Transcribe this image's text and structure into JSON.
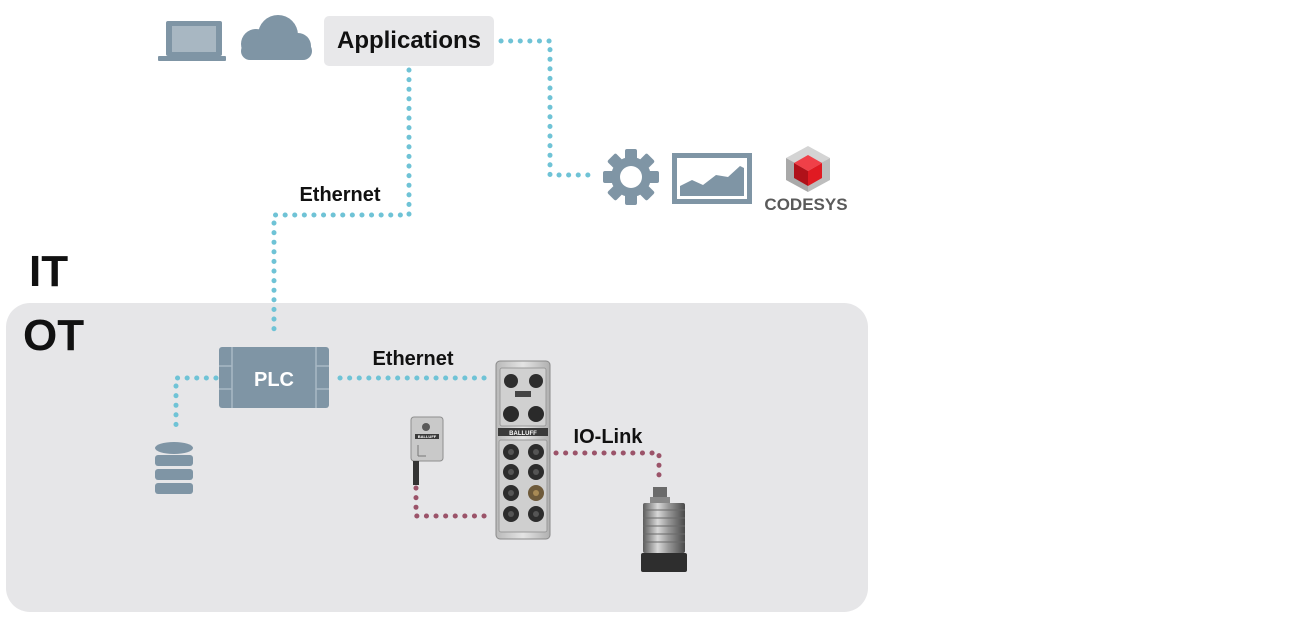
{
  "zones": {
    "it_label": "IT",
    "ot_label": "OT"
  },
  "applications": {
    "label": "Applications"
  },
  "links": {
    "ethernet_it": "Ethernet",
    "ethernet_ot": "Ethernet",
    "iolink": "IO-Link"
  },
  "plc": {
    "label": "PLC"
  },
  "codesys": {
    "label": "CODESYS"
  },
  "io_master": {
    "brand": "BALLUFF"
  },
  "sensor": {
    "brand": "BALLUFF"
  },
  "colors": {
    "ethernet_line": "#6fc3d6",
    "iolink_line": "#9b5369",
    "ot_zone_bg": "#e6e6e8",
    "icon_grey": "#7f95a5",
    "app_box_bg": "#e8e8ea",
    "codesys_red": "#d8141d"
  },
  "icons": [
    "laptop-icon",
    "cloud-icon",
    "gear-icon",
    "chart-monitor-icon",
    "codesys-logo-icon",
    "database-icon",
    "plc-icon",
    "io-link-master-icon",
    "photoelectric-sensor-icon",
    "inductive-sensor-icon"
  ]
}
